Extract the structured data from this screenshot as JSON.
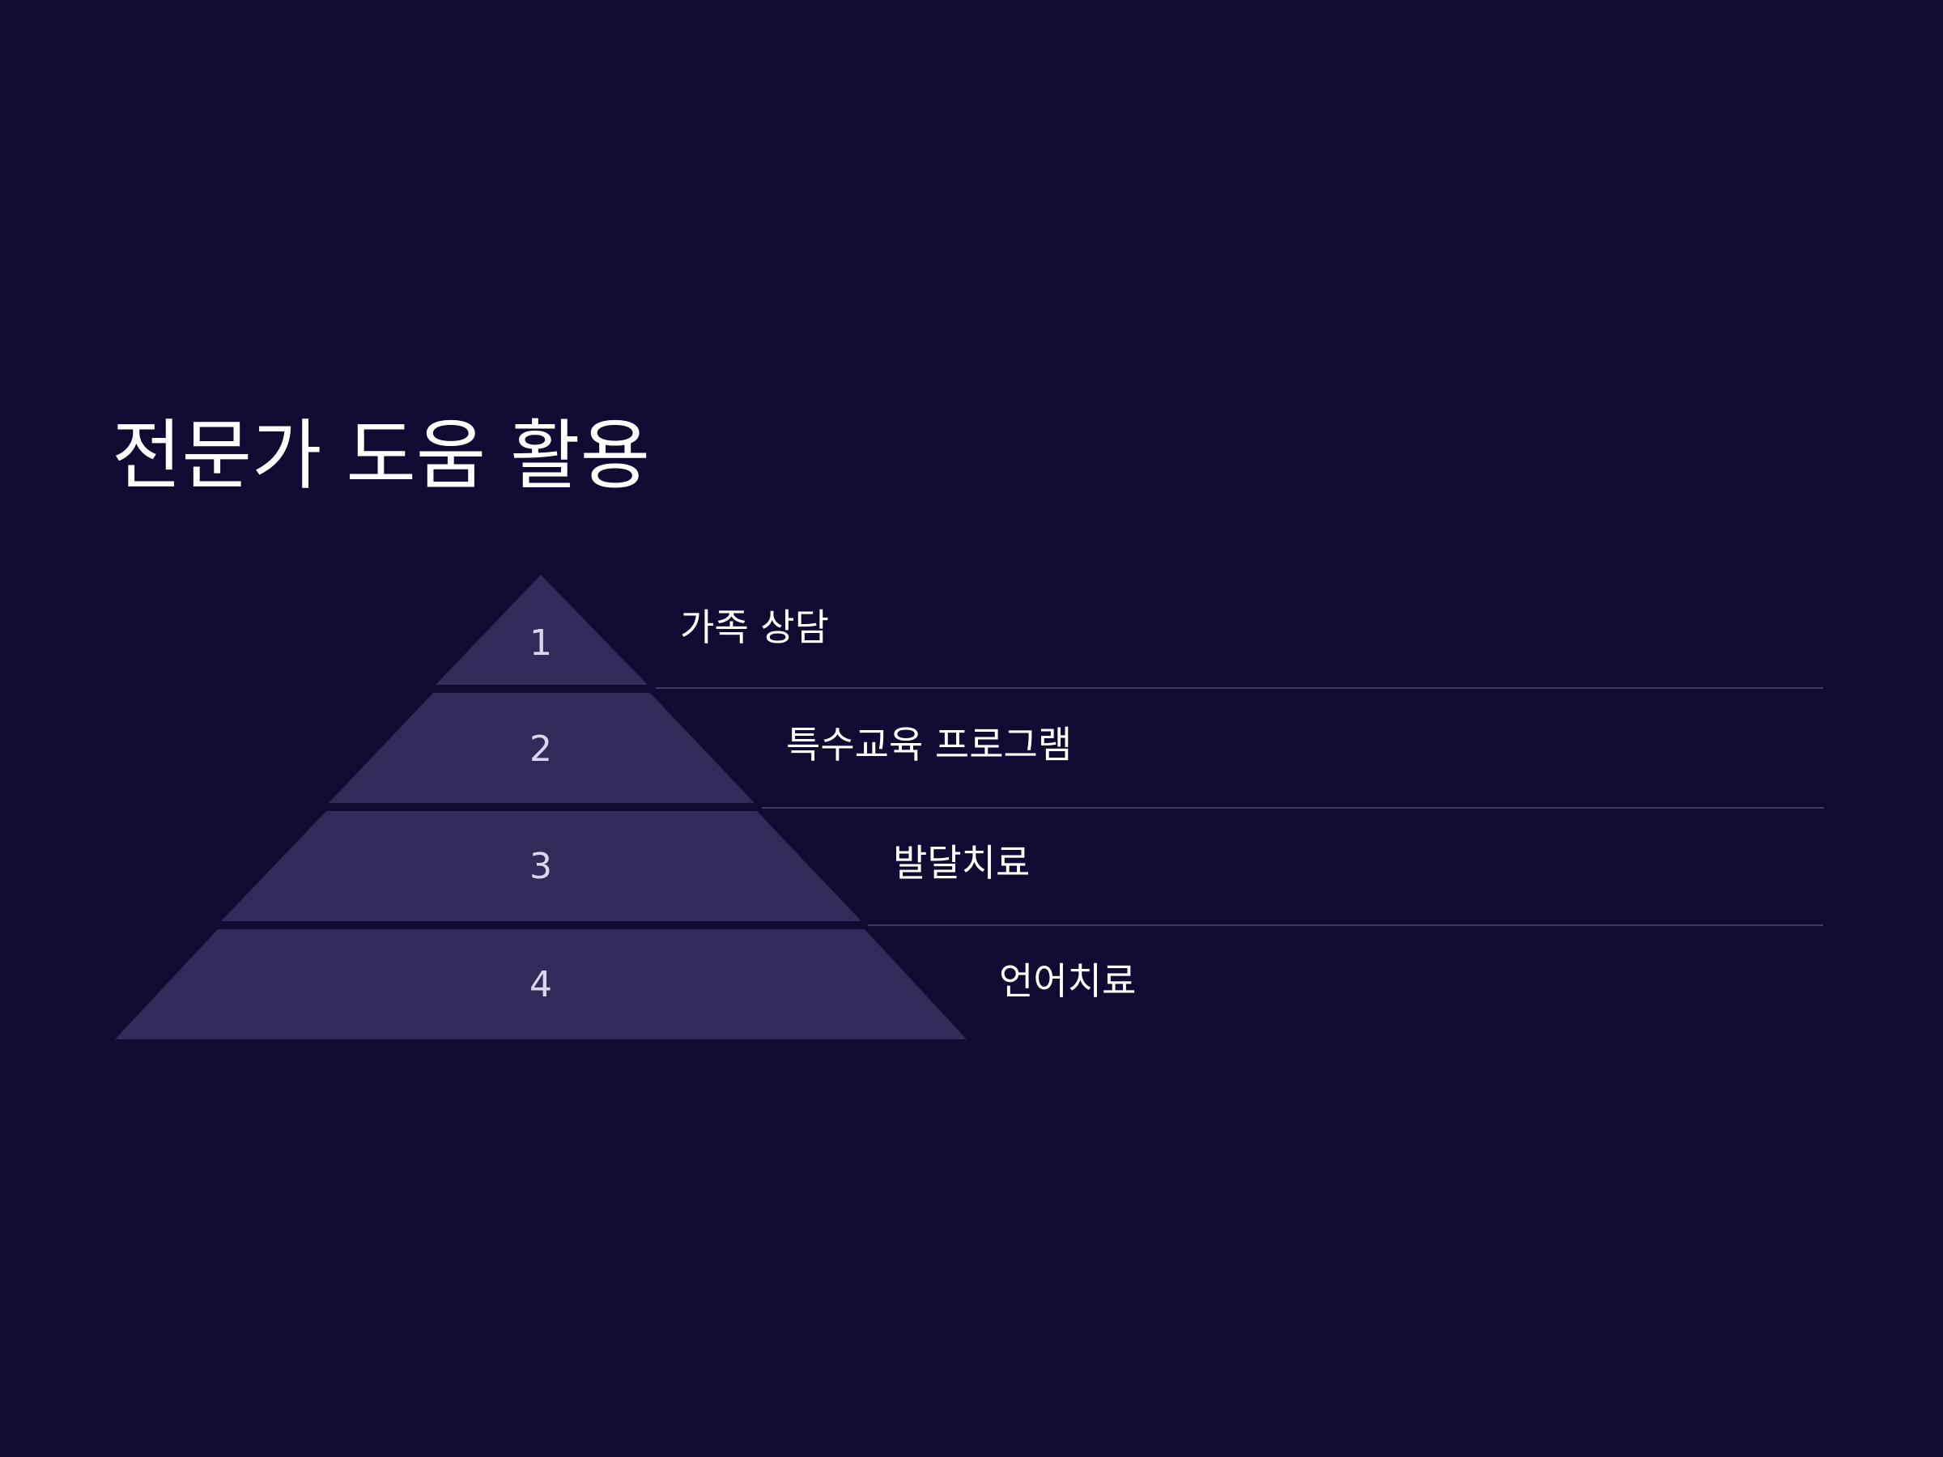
{
  "slide": {
    "title": "전문가 도움 활용"
  },
  "pyramid": {
    "levels": [
      {
        "number": "1",
        "label": "가족 상담"
      },
      {
        "number": "2",
        "label": "특수교육 프로그램"
      },
      {
        "number": "3",
        "label": "발달치료"
      },
      {
        "number": "4",
        "label": "언어치료"
      }
    ]
  },
  "colors": {
    "background": "#0f0b33",
    "pyramid_fill": "#302b58",
    "divider": "#3f3b68",
    "text": "#ffffff",
    "number_text": "#d9d6f2"
  }
}
